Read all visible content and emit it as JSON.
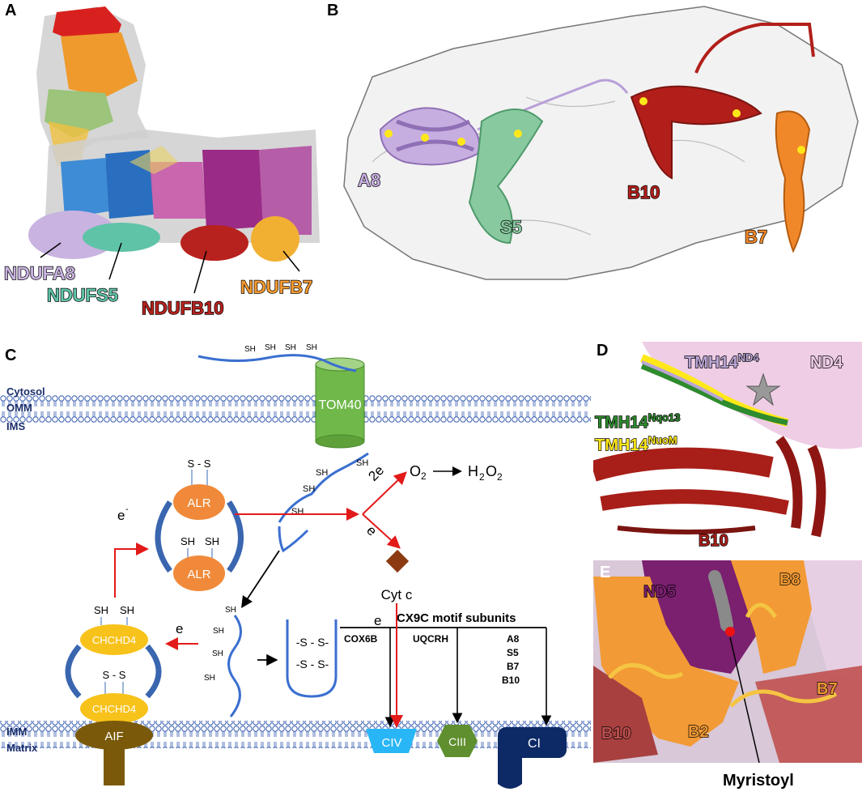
{
  "panels": {
    "a": {
      "letter": "A",
      "labels": [
        "NDUFA8",
        "NDUFS5",
        "NDUFB10",
        "NDUFB7"
      ]
    },
    "b": {
      "letter": "B",
      "labels": [
        "A8",
        "S5",
        "B10",
        "B7"
      ]
    },
    "c": {
      "letter": "C",
      "membrane_labels": [
        "Cytosol",
        "OMM",
        "IMS",
        "IMM",
        "Matrix"
      ],
      "tom40": "TOM40",
      "sh": "SH",
      "ss": "S - S",
      "alr": "ALR",
      "chchd4": "CHCHD4",
      "aif": "AIF",
      "e_minus": "e",
      "two_e": "2e",
      "o2": "O",
      "h2o2_h": "H",
      "h2o2_o": "O",
      "sub2": "2",
      "cytc": "Cyt c",
      "disulfide_top": "-S - S-",
      "disulfide_bottom": "-S - S-",
      "cx9c_title": "CX9C motif subunits",
      "cox6b": "COX6B",
      "uqcrh": "UQCRH",
      "ci_subunits": [
        "A8",
        "S5",
        "B7",
        "B10"
      ],
      "civ": "CIV",
      "ciii": "CIII",
      "ci": "CI"
    },
    "d": {
      "letter": "D",
      "nd4": "ND4",
      "tmh_base": "TMH14",
      "nd4_sup": "ND4",
      "nqo13_sup": "Nqo13",
      "nuom_sup": "NuoM",
      "b10": "B10"
    },
    "e": {
      "letter": "E",
      "labels": [
        "B8",
        "ND5",
        "B7",
        "B10",
        "B2"
      ],
      "myristoyl": "Myristoyl"
    }
  },
  "colors": {
    "ndufa8": "#c9b3e0",
    "ndufs5": "#8ed3ba",
    "ndufb10": "#b8221e",
    "ndufb7": "#f59a30",
    "alr": "#f08a3a",
    "chchd4": "#f7c21a",
    "aif": "#7a5a0a",
    "tom40": "#70b84a",
    "civ": "#29b6f6",
    "ciii": "#5f8f2e",
    "ci": "#0d2a66",
    "membrane": "#3a5fb0"
  }
}
